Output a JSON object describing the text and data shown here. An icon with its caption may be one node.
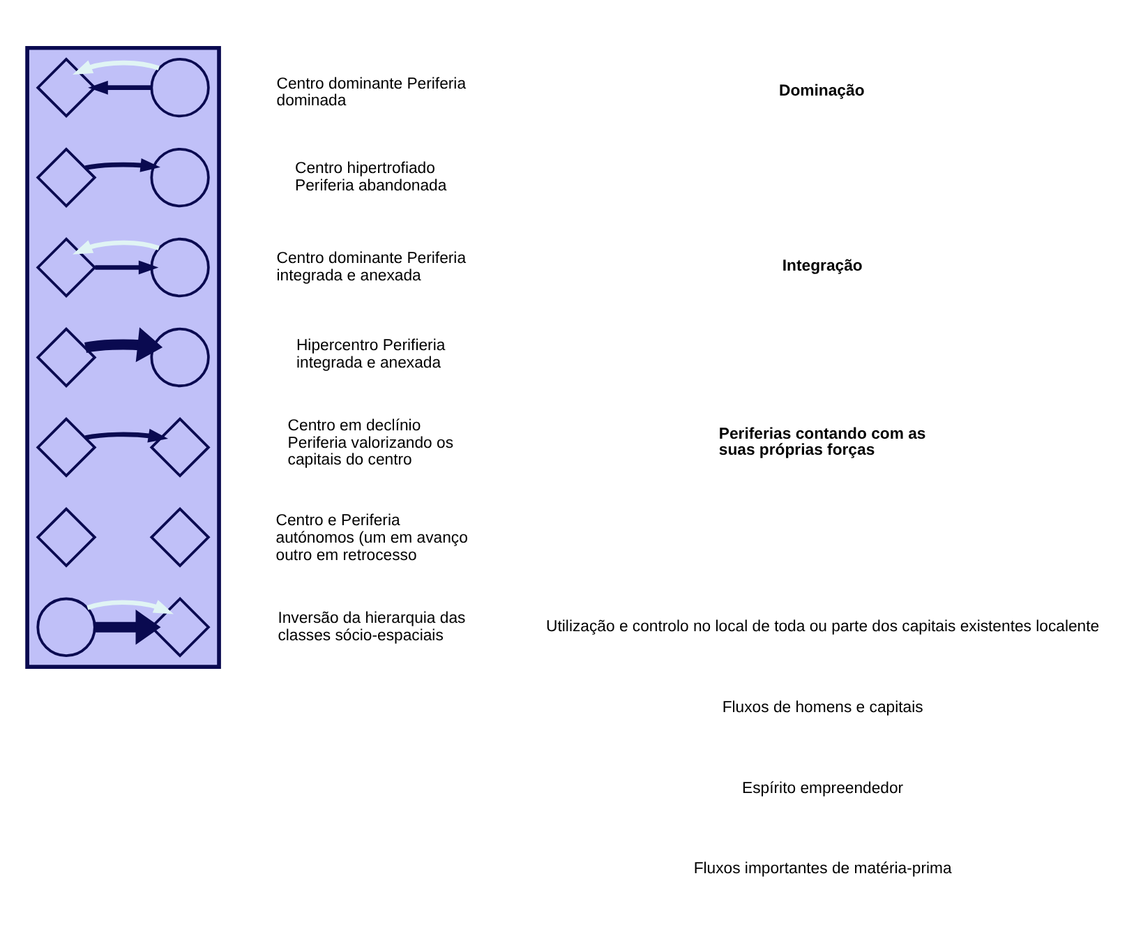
{
  "diagram": {
    "nodes": [
      {
        "text": [],
        "shape": "box"
      },
      {
        "text": [],
        "shape": "diamond",
        "in": 0
      },
      {
        "text": [],
        "shape": "circle",
        "in": 0
      },
      {
        "text": [],
        "shape": "diamond",
        "in": 0
      },
      {
        "text": [],
        "shape": "circle",
        "in": 0
      },
      {
        "text": [],
        "shape": "diamond",
        "in": 0
      },
      {
        "text": [],
        "shape": "circle",
        "in": 0
      },
      {
        "text": [],
        "shape": "diamond",
        "in": 0
      },
      {
        "text": [],
        "shape": "circle",
        "in": 0
      },
      {
        "text": [],
        "shape": "diamond",
        "in": 0
      },
      {
        "text": [],
        "shape": "diamond",
        "in": 0
      },
      {
        "text": [],
        "shape": "diamond",
        "in": 0
      },
      {
        "text": [],
        "shape": "diamond",
        "in": 0
      },
      {
        "text": [],
        "shape": "circle",
        "in": 0
      },
      {
        "text": [],
        "shape": "diamond",
        "in": 0
      }
    ],
    "edges": [
      {
        "from": 2,
        "to": 1,
        "arrow": "to"
      },
      {
        "from": 2,
        "to": 1,
        "arrow": "to",
        "color": "#e0f4f4"
      },
      {
        "from": 3,
        "to": 4,
        "arrow": "to"
      },
      {
        "from": 5,
        "to": 6,
        "arrow": "to"
      },
      {
        "from": 6,
        "to": 5,
        "arrow": "to",
        "color": "#e0f4f4"
      },
      {
        "from": 7,
        "to": 8,
        "arrow": "to",
        "style": "thick"
      },
      {
        "from": 9,
        "to": 10,
        "arrow": "to"
      },
      {
        "from": 13,
        "to": 14,
        "arrow": "to",
        "style": "thick"
      },
      {
        "from": 13,
        "to": 14,
        "arrow": "to",
        "color": "#e0f4f4"
      }
    ],
    "labels": [
      "Centro dominante Periferia dominada",
      "Dominação",
      "Centro hipertrofiado Periferia abandonada",
      "Centro dominante Periferia integrada e anexada",
      "Integração",
      "Hipercentro Perifieria integrada e anexada",
      "Centro em declínio Periferia valorizando os capitais do centro",
      "Periferias contando com as suas próprias forças",
      "Centro e Periferia autónomos (um em avanço outro em retrocesso",
      "Inversão da hierarquia das classes sócio-espaciais"
    ],
    "legend": [
      {
        "text": "Utilização e controlo no local de toda ou parte dos capitais existentes localente"
      },
      {
        "text": "Fluxos de homens e capitais"
      },
      {
        "text": "Espírito empreendedor"
      },
      {
        "text": "Fluxos importantes de matéria-prima"
      }
    ]
  }
}
